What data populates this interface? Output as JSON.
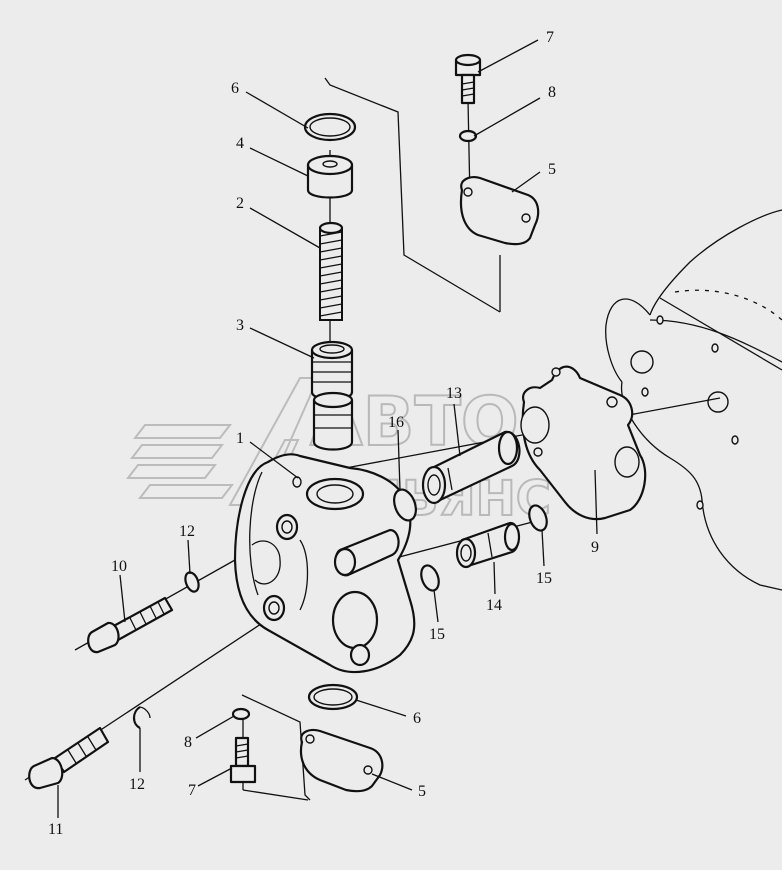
{
  "diagram": {
    "callouts": [
      {
        "id": "c7a",
        "text": "7"
      },
      {
        "id": "c8a",
        "text": "8"
      },
      {
        "id": "c6a",
        "text": "6"
      },
      {
        "id": "c5a",
        "text": "5"
      },
      {
        "id": "c4",
        "text": "4"
      },
      {
        "id": "c2",
        "text": "2"
      },
      {
        "id": "c3",
        "text": "3"
      },
      {
        "id": "c13",
        "text": "13"
      },
      {
        "id": "c16",
        "text": "16"
      },
      {
        "id": "c1",
        "text": "1"
      },
      {
        "id": "c12a",
        "text": "12"
      },
      {
        "id": "c10",
        "text": "10"
      },
      {
        "id": "c9",
        "text": "9"
      },
      {
        "id": "c15a",
        "text": "15"
      },
      {
        "id": "c14",
        "text": "14"
      },
      {
        "id": "c15b",
        "text": "15"
      },
      {
        "id": "c6b",
        "text": "6"
      },
      {
        "id": "c8b",
        "text": "8"
      },
      {
        "id": "c12b",
        "text": "12"
      },
      {
        "id": "c7b",
        "text": "7"
      },
      {
        "id": "c5b",
        "text": "5"
      },
      {
        "id": "c11",
        "text": "11"
      }
    ],
    "watermark": {
      "line1": "АВТО",
      "line2": "АЛЬЯНС"
    }
  }
}
